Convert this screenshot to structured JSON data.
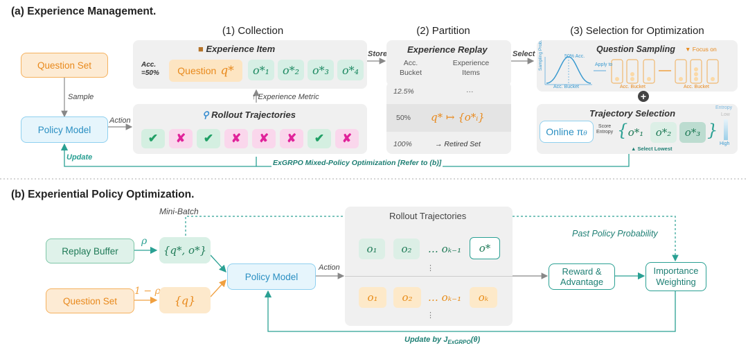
{
  "section_a": {
    "title": "(a) Experience Management."
  },
  "section_b": {
    "title": "(b) Experiential Policy Optimization."
  },
  "headers": {
    "collection": "(1) Collection",
    "partition": "(2) Partition",
    "selection": "(3) Selection for Optimization"
  },
  "a": {
    "question_set": "Question Set",
    "policy_model": "Policy Model",
    "sample": "Sample",
    "action": "Action",
    "update": "Update",
    "store": "Store",
    "select": "Select",
    "experience_item": "Experience Item",
    "acc_label": "Acc.",
    "acc_value": "=50%",
    "question": "Question",
    "q_star": "q*",
    "o_items": [
      "o*₁",
      "o*₂",
      "o*₃",
      "o*₄"
    ],
    "experience_metric": "↑ Experience Metric",
    "rollout_trajectories": "Rollout Trajectories",
    "rollout_results": [
      "✔",
      "✘",
      "✔",
      "✘",
      "✘",
      "✘",
      "✔",
      "✘"
    ],
    "experience_replay": "Experience Replay",
    "acc_bucket": "Acc. Bucket",
    "experience_items_col": "Experience Items",
    "row_125": "12.5%",
    "row_dots": "···",
    "row_50": "50%",
    "row_50_item": "q* ↦ {o*ᵢ}",
    "row_100": "100%",
    "retired": "→ Retired Set",
    "question_sampling": "Question Sampling",
    "focus_on": "▼ Focus on",
    "curve_acc": "50% Acc.",
    "curve_apply": "Apply to",
    "curve_xlabel": "Acc. Bucket",
    "curve_ylabel": "Sampling Prob.",
    "bucket_label_1": "Acc. Bucket",
    "bucket_label_2": "Acc. Bucket",
    "trajectory_selection": "Trajectory Selection",
    "online_pi": "Online π",
    "score_entropy": "Score\nEntropy",
    "sel_items": [
      "o*₁",
      "o*₂",
      "o*₃"
    ],
    "select_lowest": "▲ Select Lowest",
    "entropy": "Entropy",
    "low": "Low",
    "high": "High",
    "exgrpo_note": "ExGRPO Mixed-Policy Optimization [Refer to (b)]"
  },
  "b": {
    "mini_batch": "Mini-Batch",
    "replay_buffer": "Replay Buffer",
    "rho": "ρ",
    "one_minus_rho": "1 − ρ",
    "question_set": "Question Set",
    "qo_set": "{q*, o*}",
    "q_set": "{q}",
    "policy_model": "Policy Model",
    "action": "Action",
    "rollout_trajectories": "Rollout Trajectories",
    "top_row": [
      "o₁",
      "o₂",
      "… oₖ₋₁",
      "o*"
    ],
    "bottom_row": [
      "o₁",
      "o₂",
      "… oₖ₋₁",
      "oₖ"
    ],
    "reward_advantage": "Reward &\nAdvantage",
    "importance_weighting": "Importance\nWeighting",
    "past_policy": "Past Policy Probability",
    "update_by": "Update by J",
    "update_sub": "ExGRPO",
    "update_theta": "(θ)"
  },
  "colors": {
    "orange": "#e8891c",
    "teal": "#2aa093",
    "blue": "#2a8fc2",
    "green": "#21a066",
    "pink": "#e0239a"
  }
}
